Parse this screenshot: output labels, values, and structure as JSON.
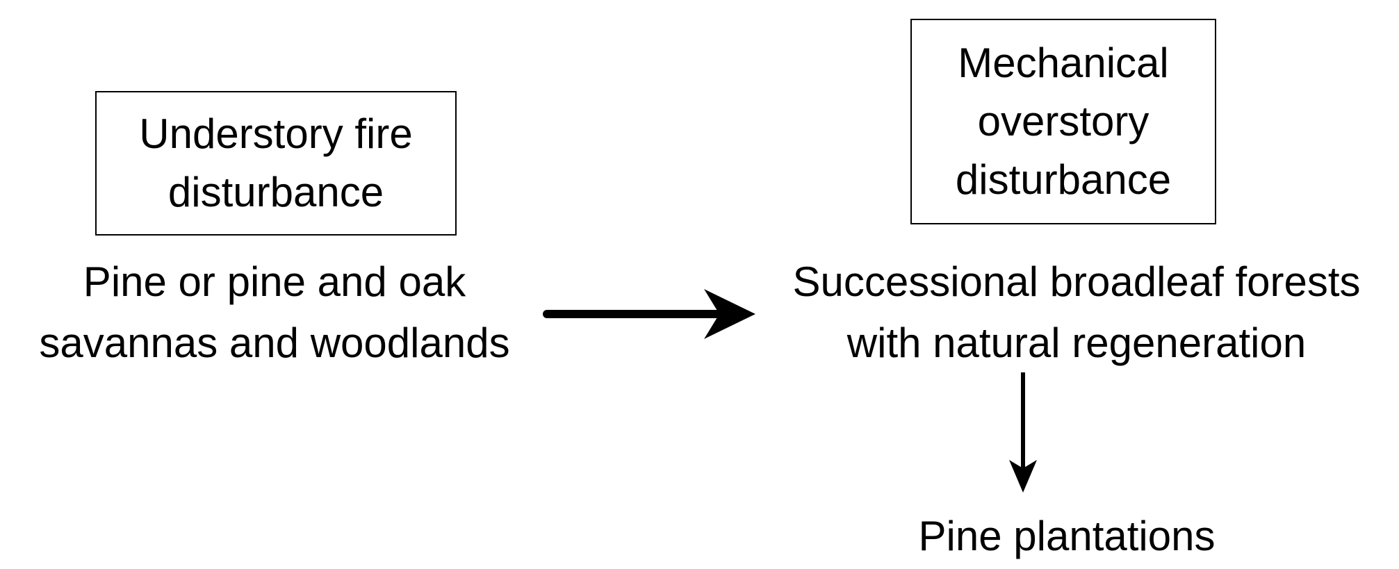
{
  "diagram": {
    "boxes": {
      "fire": {
        "text": "Understory fire\ndisturbance"
      },
      "mechanical": {
        "text": "Mechanical\noverstory\ndisturbance"
      }
    },
    "nodes": {
      "pine_oak": {
        "text": "Pine or pine and oak\nsavannas and woodlands"
      },
      "broadleaf": {
        "text": "Successional broadleaf forests\nwith natural regeneration"
      },
      "plantations": {
        "text": "Pine plantations"
      }
    },
    "edges": [
      {
        "from": "pine_oak",
        "to": "broadleaf"
      },
      {
        "from": "broadleaf",
        "to": "plantations"
      }
    ]
  }
}
